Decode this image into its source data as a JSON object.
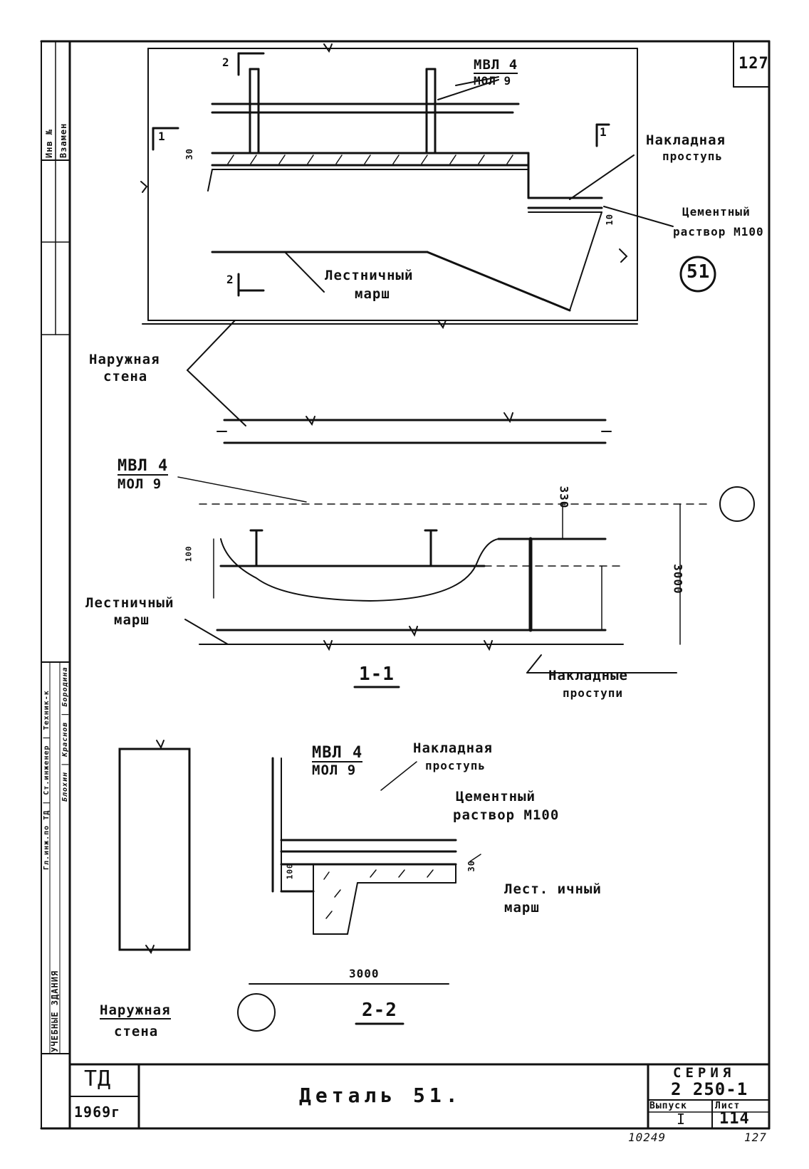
{
  "sheet": {
    "sheet_no_top": "127",
    "stamp_handwritten": "10249",
    "sheet_no_bottom": "127"
  },
  "side_strip": {
    "inv_no": "Инв №",
    "vzamen": "Взамен",
    "roles": "Гл.инж.по ТД | Ст.инженер | Техник-к",
    "names": "Блохин | Краснов | Бородина",
    "organization": "УЧЕБНЫЕ ЗДАНИЯ"
  },
  "plan_view": {
    "section_mark_1_left": "1",
    "section_mark_1_right": "1",
    "section_mark_2_top": "2",
    "section_mark_2_bottom": "2",
    "dim_top": "30",
    "dim_side": "10",
    "label_mba": "МВЛ 4",
    "label_mba2": "МОЛ 9",
    "label_overlay_1": "Накладная",
    "label_overlay_2": "проступь",
    "label_mortar_1": "Цементный",
    "label_mortar_2": "раствор М100",
    "label_flight_1": "Лестничный",
    "label_flight_2": "марш",
    "detail_number": "51"
  },
  "section_1": {
    "label_wall_1": "Наружная",
    "label_wall_2": "стена",
    "label_mba": "МВЛ 4",
    "label_mba2": "МОЛ 9",
    "dim_330": "330",
    "dim_100": "100",
    "dim_3000": "3000",
    "label_flight_1": "Лестничный",
    "label_flight_2": "марш",
    "label_overlays_1": "Накладные",
    "label_overlays_2": "проступи",
    "title": "1-1"
  },
  "section_2": {
    "label_mba": "МВЛ 4",
    "label_mba2": "МОЛ 9",
    "label_overlay_1": "Накладная",
    "label_overlay_2": "проступь",
    "label_mortar_1": "Цементный",
    "label_mortar_2": "раствор М100",
    "label_flight_1": "Лест. ичный",
    "label_flight_2": "марш",
    "dim_30": "30",
    "dim_100": "100",
    "dim_3000": "3000",
    "label_wall_1": "Наружная",
    "label_wall_2": "стена",
    "title": "2-2"
  },
  "title_block": {
    "org": "ТД",
    "year": "1969г",
    "title": "Деталь 51.",
    "series_label": "СЕРИЯ",
    "series_value": "2 250-1",
    "issue_label": "Выпуск",
    "issue_value": "I",
    "sheet_label": "Лист",
    "sheet_value": "114"
  }
}
